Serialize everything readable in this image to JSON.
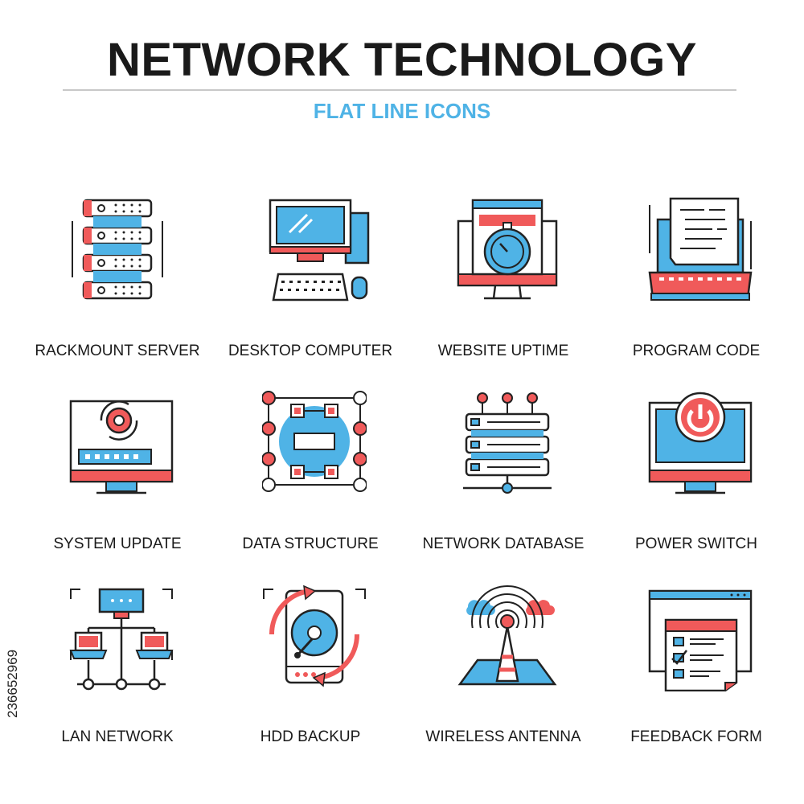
{
  "header": {
    "title": "NETWORK TECHNOLOGY",
    "subtitle": "FLAT LINE ICONS"
  },
  "stock_id": "236652969",
  "colors": {
    "red": "#f05a5a",
    "blue": "#4fb3e6",
    "outline": "#222222",
    "accent_text": "#4fb3e6"
  },
  "icons": [
    {
      "label": "RACKMOUNT SERVER",
      "icon": "rackmount-server-icon"
    },
    {
      "label": "DESKTOP COMPUTER",
      "icon": "desktop-computer-icon"
    },
    {
      "label": "WEBSITE UPTIME",
      "icon": "website-uptime-icon"
    },
    {
      "label": "PROGRAM CODE",
      "icon": "program-code-icon"
    },
    {
      "label": "SYSTEM UPDATE",
      "icon": "system-update-icon"
    },
    {
      "label": "DATA STRUCTURE",
      "icon": "data-structure-icon"
    },
    {
      "label": "NETWORK DATABASE",
      "icon": "network-database-icon"
    },
    {
      "label": "POWER SWITCH",
      "icon": "power-switch-icon"
    },
    {
      "label": "LAN NETWORK",
      "icon": "lan-network-icon"
    },
    {
      "label": "HDD BACKUP",
      "icon": "hdd-backup-icon"
    },
    {
      "label": "WIRELESS ANTENNA",
      "icon": "wireless-antenna-icon"
    },
    {
      "label": "FEEDBACK FORM",
      "icon": "feedback-form-icon"
    }
  ]
}
